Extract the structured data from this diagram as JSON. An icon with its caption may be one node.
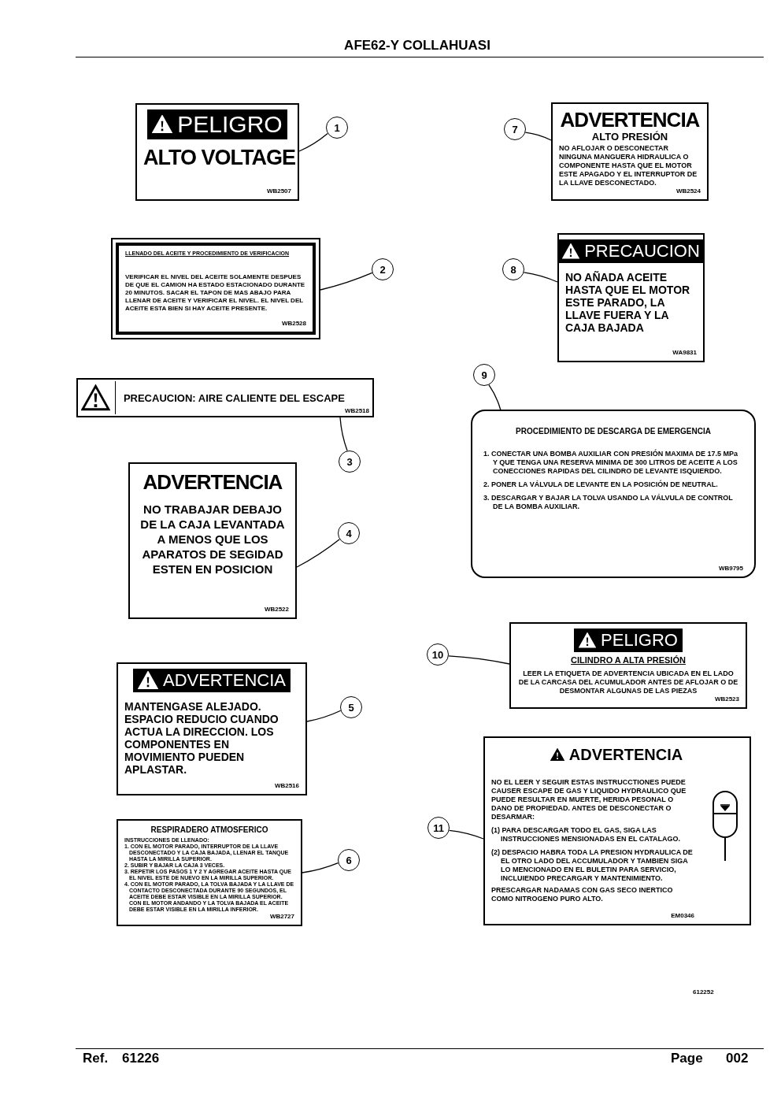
{
  "diagram": {
    "title": "AFE62-Y COLLAHUASI",
    "nodes": [
      {
        "text": [
          "PELIGRO",
          "ALTO VOLTAGE",
          "WB2507"
        ]
      },
      {
        "text": [
          "LLENADO DEL ACEITE Y PROCEDIMIENTO DE VERIFICACION",
          "VERIFICAR EL NIVEL DEL ACEITE SOLAMENTE DESPUES DE QUE EL CAMION HA ESTADO ESTACIONADO DURANTE 20 MINUTOS. SACAR EL TAPON DE MAS ABAJO PARA LLENAR DE ACEITE Y VERIFICAR EL NIVEL. EL NIVEL DEL ACEITE ESTA BIEN SI HAY ACEITE PRESENTE.",
          "WB2528"
        ]
      },
      {
        "text": [
          "PRECAUCION: AIRE CALIENTE DEL ESCAPE",
          "WB2518"
        ]
      },
      {
        "text": [
          "ADVERTENCIA",
          "NO TRABAJAR DEBAJO DE LA CAJA LEVANTADA A MENOS QUE LOS APARATOS DE SEGIDAD ESTEN EN POSICION",
          "WB2522"
        ]
      },
      {
        "text": [
          "ADVERTENCIA",
          "MANTENGASE ALEJADO. ESPACIO REDUCIO CUANDO ACTUA LA DIRECCION. LOS COMPONENTES EN MOVIMIENTO PUEDEN APLASTAR.",
          "WB2516"
        ]
      },
      {
        "text": [
          "RESPIRADERO ATMOSFERICO",
          "INSTRUCCIONES DE LLENADO:",
          "1. CON EL MOTOR PARADO, INTERRUPTOR DE LA LLAVE DESCONECTADO Y LA CAJA BAJADA, LLENAR EL TANQUE HASTA LA MIRILLA SUPERIOR.",
          "2. SUBIR Y BAJAR LA CAJA 3 VECES.",
          "3. REPETIR LOS PASOS 1 Y 2 Y AGREGAR ACEITE HASTA QUE EL NIVEL ESTE DE NUEVO EN LA MIRILLA SUPERIOR.",
          "4. CON EL MOTOR PARADO, LA TOLVA BAJADA Y LA LLAVE DE CONTACTO DESCONECTADA DURANTE 90 SEGUNDOS, EL ACEITE DEBE ESTAR VISIBLE EN LA MIRILLA SUPERIOR. CON EL MOTOR ANDANDO Y LA TOLVA BAJADA EL ACEITE DEBE ESTAR VISIBLE EN LA MIRILLA INFERIOR.",
          "WB2727"
        ]
      },
      {
        "text": [
          "ADVERTENCIA",
          "ALTO PRESIÓN",
          "NO AFLOJAR O DESCONECTAR NINGUNA MANGUERA HIDRAULICA O COMPONENTE HASTA QUE EL MOTOR ESTE APAGADO Y EL INTERRUPTOR DE LA LLAVE DESCONECTADO.",
          "WB2524"
        ]
      },
      {
        "text": [
          "PRECAUCION",
          "NO AÑADA ACEITE HASTA QUE EL MOTOR ESTE PARADO, LA LLAVE FUERA Y LA CAJA BAJADA",
          "WA9831"
        ]
      },
      {
        "text": [
          "PROCEDIMIENTO DE DESCARGA DE EMERGENCIA",
          "1. CONECTAR UNA BOMBA AUXILIAR CON PRESIÓN MAXIMA DE 17.5 MPa Y QUE TENGA UNA RESERVA MINIMA DE 300 LITROS DE ACEITE A LOS CONECCIONES RAPIDAS DEL CILINDRO DE LEVANTE ISQUIERDO.",
          "2. PONER LA VÁLVULA DE LEVANTE EN LA POSICIÓN DE NEUTRAL.",
          "3. DESCARGAR Y BAJAR LA TOLVA USANDO LA VÁLVULA DE CONTROL DE LA BOMBA AUXILIAR.",
          "WB9795"
        ]
      },
      {
        "text": [
          "PELIGRO",
          "CILINDRO A ALTA PRESIÓN",
          "LEER LA ETIQUETA DE ADVERTENCIA UBICADA EN EL LADO DE LA CARCASA DEL ACUMULADOR ANTES DE AFLOJAR O DE DESMONTAR ALGUNAS DE LAS PIEZAS",
          "WB2523"
        ]
      },
      {
        "text": [
          "ADVERTENCIA",
          "NO EL LEER Y SEGUIR ESTAS INSTRUCCTIONES PUEDE CAUSER ESCAPE DE GAS Y LIQUIDO HYDRAULICO QUE PUEDE RESULTAR EN MUERTE, HERIDA PESONAL O DANO DE PROPIEDAD. ANTES DE DESCONECTAR O DESARMAR:",
          "(1) PARA DESCARGAR TODO EL GAS, SIGA LAS INSTRUCCIONES MENSIONADAS EN EL CATALAGO.",
          "(2) DESPACIO HABRA TODA LA PRESION HYDRAULICA DE EL OTRO LADO DEL ACCUMULADOR Y TAMBIEN SIGA LO MENCIONADO EN EL BULETIN PARA SERVICIO, INCLUIENDO PRECARGAR Y MANTENIMIENTO.",
          "PRESCARGAR NADAMAS CON GAS SECO INERTICO COMO NITROGENO PURO ALTO.",
          "EM0346"
        ]
      },
      {
        "text": [
          "1"
        ]
      },
      {
        "text": [
          "2"
        ]
      },
      {
        "text": [
          "3"
        ]
      },
      {
        "text": [
          "4"
        ]
      },
      {
        "text": [
          "5"
        ]
      },
      {
        "text": [
          "6"
        ]
      },
      {
        "text": [
          "7"
        ]
      },
      {
        "text": [
          "8"
        ]
      },
      {
        "text": [
          "9"
        ]
      },
      {
        "text": [
          "10"
        ]
      },
      {
        "text": [
          "11"
        ]
      }
    ],
    "edges": [
      {
        "from": 11,
        "to": 0,
        "arrow": "none"
      },
      {
        "from": 12,
        "to": 1,
        "arrow": "none"
      },
      {
        "from": 13,
        "to": 2,
        "arrow": "none"
      },
      {
        "from": 14,
        "to": 3,
        "arrow": "none"
      },
      {
        "from": 15,
        "to": 4,
        "arrow": "none"
      },
      {
        "from": 16,
        "to": 5,
        "arrow": "none"
      },
      {
        "from": 17,
        "to": 6,
        "arrow": "none"
      },
      {
        "from": 18,
        "to": 7,
        "arrow": "none"
      },
      {
        "from": 19,
        "to": 8,
        "arrow": "none"
      },
      {
        "from": 20,
        "to": 9,
        "arrow": "none"
      },
      {
        "from": 21,
        "to": 10,
        "arrow": "none"
      }
    ],
    "labels": [
      "612252",
      "Ref.",
      "61226",
      "Page",
      "002"
    ]
  }
}
